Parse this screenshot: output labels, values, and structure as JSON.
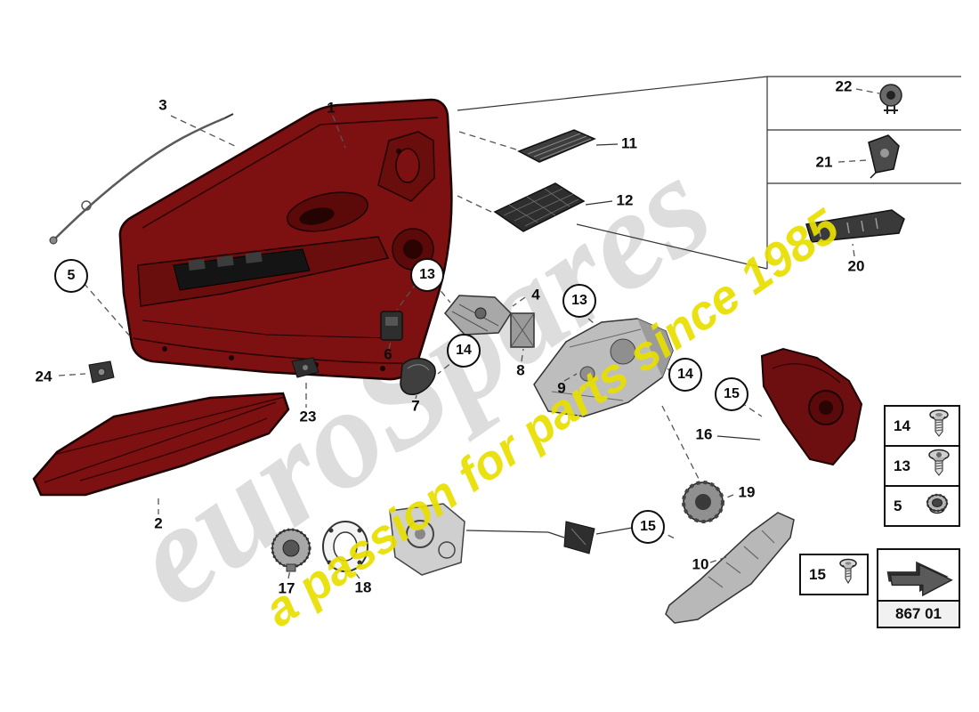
{
  "watermark": {
    "brand": "euroSpares",
    "tagline": "a passion for parts since 1985",
    "brand_color": "#dcdcdc",
    "tagline_color": "#e9df00"
  },
  "diagram": {
    "panel_color": "#7d1011",
    "callouts": {
      "c1": "1",
      "c2": "2",
      "c3": "3",
      "c4": "4",
      "c5": "5",
      "c6": "6",
      "c7": "7",
      "c8": "8",
      "c9": "9",
      "c10": "10",
      "c11": "11",
      "c12": "12",
      "c13a": "13",
      "c13b": "13",
      "c14a": "14",
      "c14b": "14",
      "c15a": "15",
      "c15b": "15",
      "c16": "16",
      "c17": "17",
      "c18": "18",
      "c19": "19",
      "c20": "20",
      "c21": "21",
      "c22": "22",
      "c23": "23",
      "c24": "24"
    }
  },
  "legend": {
    "fastener_rows": [
      {
        "label": "14",
        "icon": "pan-head-screw"
      },
      {
        "label": "13",
        "icon": "torx-screw"
      },
      {
        "label": "5",
        "icon": "grommet"
      }
    ],
    "screw_box": {
      "label": "15",
      "icon": "small-screw"
    },
    "code_box": {
      "icon": "direction-arrow",
      "part_code": "867 01"
    }
  }
}
